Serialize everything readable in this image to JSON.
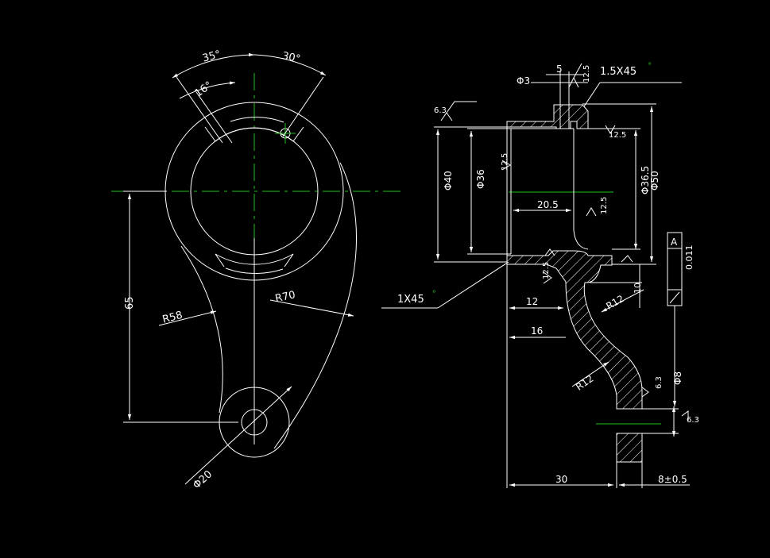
{
  "colors": {
    "background": "#000000",
    "line": "#ffffff",
    "centerline": "#1fbf1f"
  },
  "front_view": {
    "angle_35": "35°",
    "angle_30": "30°",
    "angle_16": "16°",
    "dim_65": "65",
    "radius_58": "R58",
    "radius_70": "R70",
    "dia_20": "Φ20"
  },
  "section_view": {
    "dia_3": "Φ3",
    "dim_5": "5",
    "rough_top": "12.5",
    "chamfer_top": "1.5X45",
    "chamfer_top_deg": "°",
    "rough_63_left": "6.3",
    "rough_125_a": "12.5",
    "rough_125_b": "12.5",
    "rough_125_c": "12.5",
    "rough_125_d": "12.5",
    "dia_40": "Φ40",
    "dia_36": "Φ36",
    "dia_365": "Φ36.5",
    "dia_50": "Φ50",
    "dim_205": "20.5",
    "chamfer_bottom": "1X45",
    "chamfer_bottom_deg": "°",
    "dim_12": "12",
    "dim_16": "16",
    "radius_12_a": "R12",
    "radius_12_b": "R12",
    "dim_10": "10",
    "dia_8": "Φ8",
    "rough_63_a": "6.3",
    "rough_63_b": "6.3",
    "dim_30": "30",
    "dim_8pm": "8±0.5",
    "tolerance_value": "0.011",
    "datum": "A"
  }
}
